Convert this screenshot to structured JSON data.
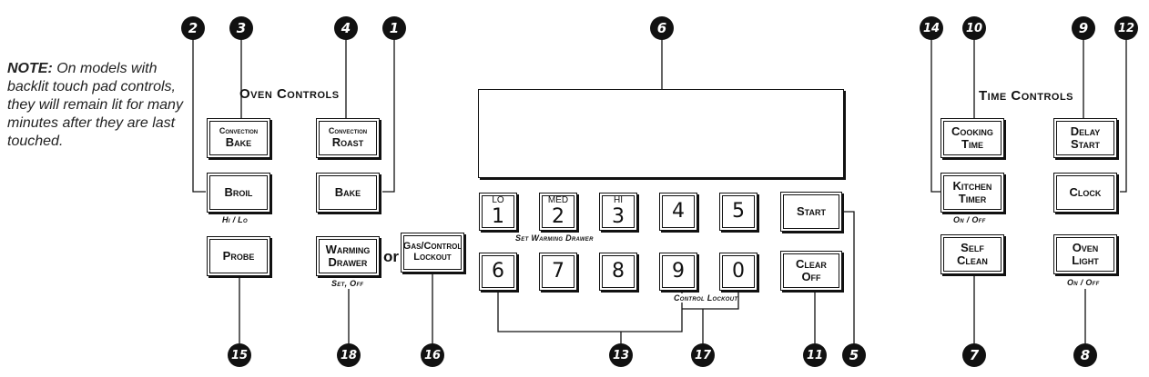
{
  "note": {
    "title": "NOTE:",
    "text": "On models with backlit touch pad controls, they will remain lit for many minutes after they are last touched."
  },
  "oven_controls_label": "Oven Controls",
  "time_controls_label": "Time Controls",
  "or_label": "or",
  "keys": {
    "convection_bake": {
      "l1": "Convection",
      "l2": "Bake"
    },
    "convection_roast": {
      "l1": "Convection",
      "l2": "Roast"
    },
    "broil": "Broil",
    "bake": "Bake",
    "probe": "Probe",
    "warming_drawer": {
      "l1": "Warming",
      "l2": "Drawer"
    },
    "gas_lockout": {
      "l1": "Gas/Control",
      "l2": "Lockout"
    },
    "start": "Start",
    "clear_off": {
      "l1": "Clear",
      "l2": "Off"
    },
    "cooking_time": {
      "l1": "Cooking",
      "l2": "Time"
    },
    "delay_start": {
      "l1": "Delay",
      "l2": "Start"
    },
    "kitchen_timer": {
      "l1": "Kitchen",
      "l2": "Timer"
    },
    "clock": "Clock",
    "self_clean": {
      "l1": "Self",
      "l2": "Clean"
    },
    "oven_light": {
      "l1": "Oven",
      "l2": "Light"
    }
  },
  "numpad": {
    "row1": [
      {
        "sup": "LO",
        "digit": "1"
      },
      {
        "sup": "MED",
        "digit": "2"
      },
      {
        "sup": "HI",
        "digit": "3"
      },
      {
        "sup": "",
        "digit": "4"
      },
      {
        "sup": "",
        "digit": "5"
      }
    ],
    "row2": [
      "6",
      "7",
      "8",
      "9",
      "0"
    ]
  },
  "sublabels": {
    "broil": "Hi / Lo",
    "warming": "Set, Off",
    "set_warming_drawer": "Set Warming Drawer",
    "control_lockout": "Control Lockout",
    "kitchen_timer": "On / Off",
    "oven_light": "On / Off"
  },
  "callouts": [
    "2",
    "3",
    "4",
    "1",
    "6",
    "14",
    "10",
    "9",
    "12",
    "15",
    "18",
    "16",
    "13",
    "17",
    "11",
    "5",
    "7",
    "8"
  ]
}
